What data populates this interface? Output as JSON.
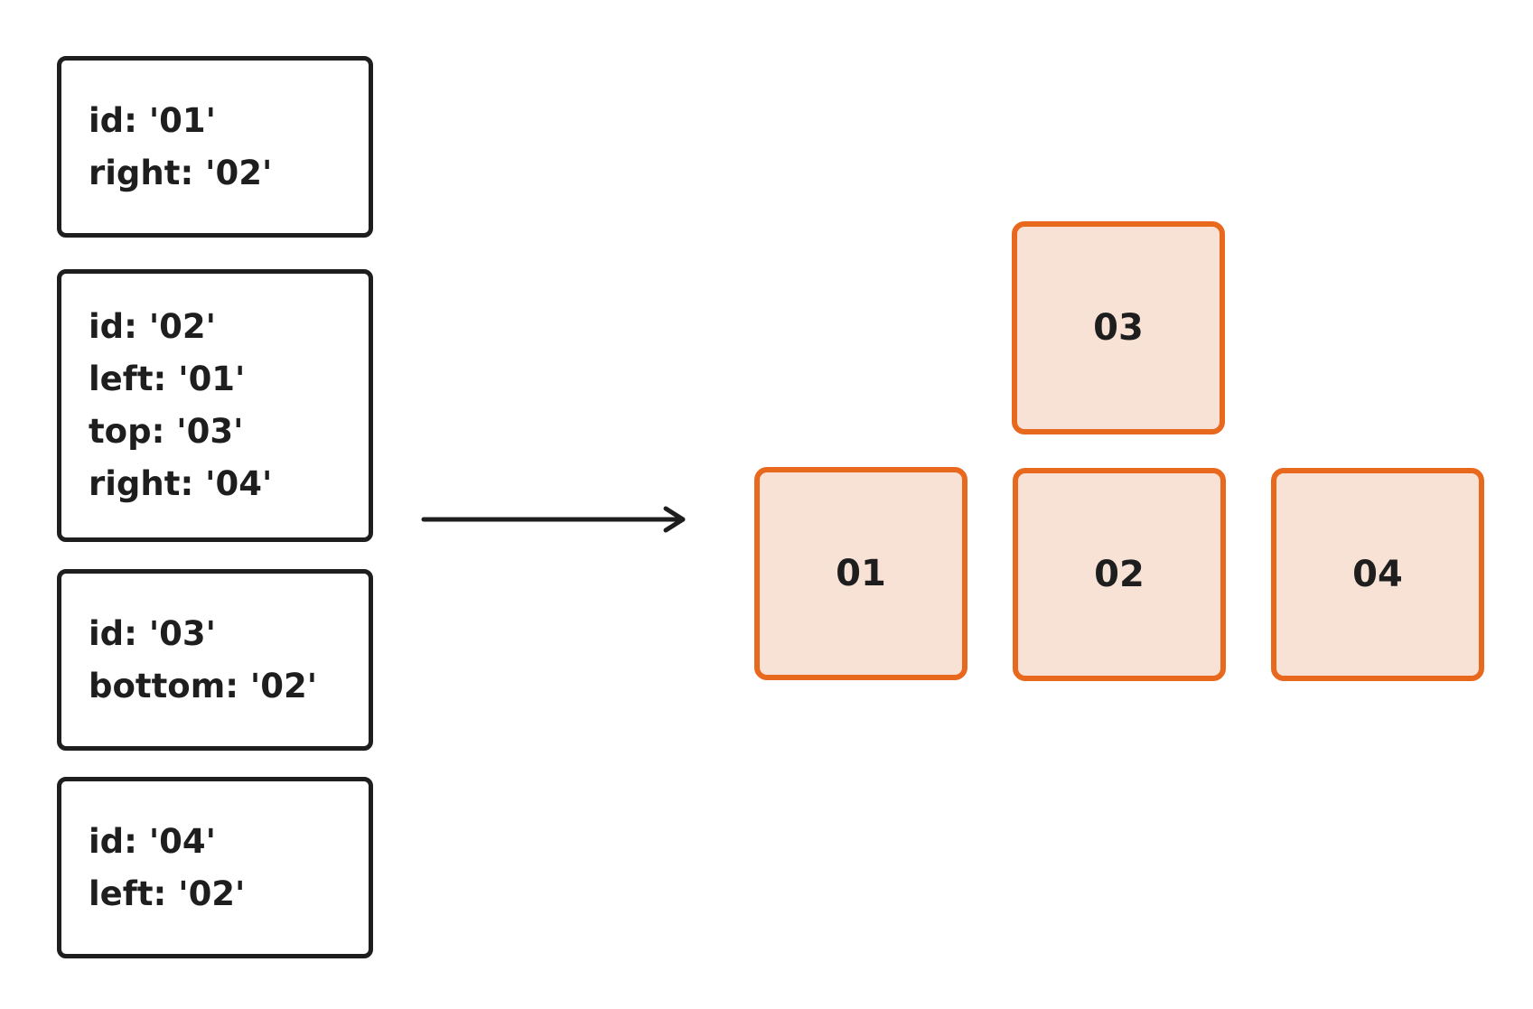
{
  "cards": [
    {
      "lines": [
        "id: '01'",
        "right: '02'"
      ]
    },
    {
      "lines": [
        "id: '02'",
        "left: '01'",
        "top: '03'",
        "right: '04'"
      ]
    },
    {
      "lines": [
        "id: '03'",
        "bottom: '02'"
      ]
    },
    {
      "lines": [
        "id: '04'",
        "left: '02'"
      ]
    }
  ],
  "tiles": {
    "t01": "01",
    "t02": "02",
    "t03": "03",
    "t04": "04"
  },
  "colors": {
    "card_border": "#1e1e1e",
    "tile_border": "#e8691e",
    "tile_fill": "#f8e2d6",
    "text": "#1e1e1e"
  }
}
